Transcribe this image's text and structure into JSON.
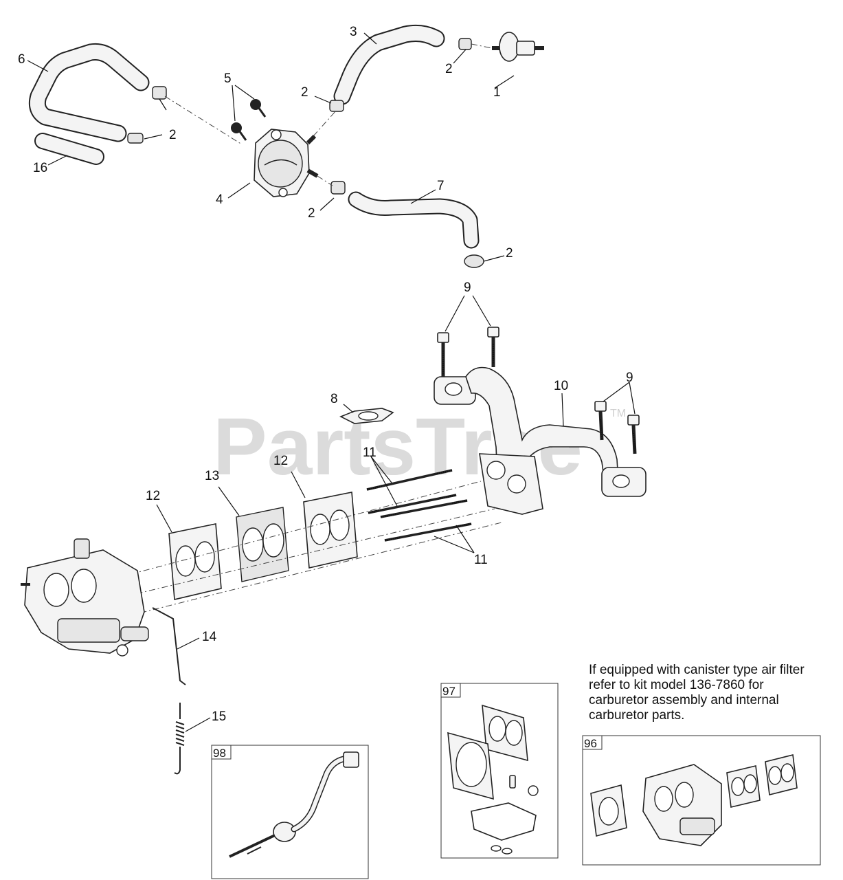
{
  "watermark": {
    "text": "PartsTree",
    "trademark": "TM"
  },
  "callouts": {
    "p1": "1",
    "p2": "2",
    "p3": "3",
    "p4": "4",
    "p5": "5",
    "p6": "6",
    "p7": "7",
    "p8": "8",
    "p9": "9",
    "p10": "10",
    "p11": "11",
    "p12": "12",
    "p13": "13",
    "p14": "14",
    "p15": "15",
    "p16": "16"
  },
  "kits": {
    "k96": "96",
    "k97": "97",
    "k98": "98"
  },
  "note": {
    "line1": "If equipped with canister type air filter",
    "line2": "refer to kit model 136-7860 for",
    "line3": "carburetor assembly and internal",
    "line4": "carburetor parts."
  }
}
